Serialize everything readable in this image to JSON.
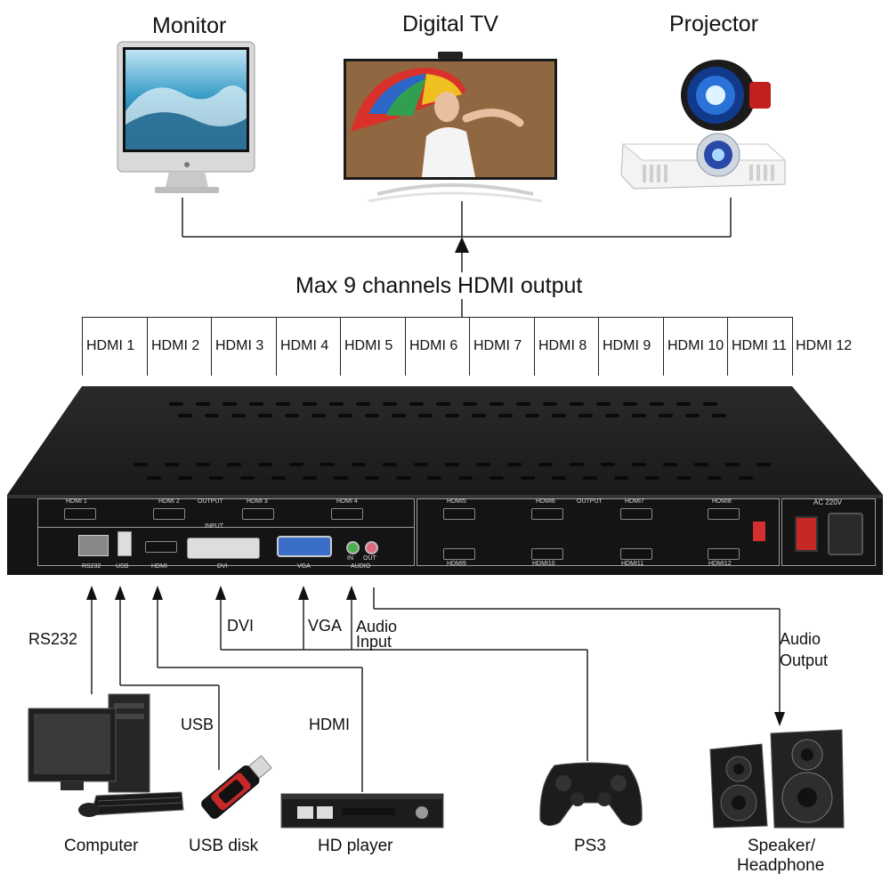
{
  "outputs_devices": [
    {
      "label": "Monitor"
    },
    {
      "label": "Digital TV"
    },
    {
      "label": "Projector"
    }
  ],
  "output_caption": "Max 9 channels HDMI output",
  "hdmi_channels": [
    "HDMI 1",
    "HDMI 2",
    "HDMI 3",
    "HDMI 4",
    "HDMI 5",
    "HDMI 6",
    "HDMI 7",
    "HDMI 8",
    "HDMI 9",
    "HDMI 10",
    "HDMI 11",
    "HDMI 12"
  ],
  "panel": {
    "top_row": [
      "HDMI 1",
      "HDMI 2",
      "OUTPUT",
      "HDMI 3",
      "HDMI 4"
    ],
    "right_top": [
      "HDMI5",
      "HDMI6",
      "OUTPUT",
      "HDMI7",
      "HDMI8"
    ],
    "right_bottom": [
      "HDMI9",
      "HDMI10",
      "HDMI11",
      "HDMI12"
    ],
    "input_title": "INPUT",
    "input_ports": [
      "RS232",
      "USB",
      "HDMI",
      "DVI",
      "VGA",
      "AUDIO"
    ],
    "audio_in": "IN",
    "audio_out": "OUT",
    "power": "AC 220V"
  },
  "connections": {
    "rs232": "RS232",
    "usb": "USB",
    "hdmi": "HDMI",
    "dvi": "DVI",
    "vga": "VGA",
    "audio_input": [
      "Audio",
      "Input"
    ],
    "audio_output": [
      "Audio",
      "Output"
    ]
  },
  "input_devices": {
    "computer": "Computer",
    "usb_disk": "USB disk",
    "hd_player": "HD player",
    "ps3": "PS3",
    "speaker": [
      "Speaker/",
      "Headphone"
    ]
  }
}
